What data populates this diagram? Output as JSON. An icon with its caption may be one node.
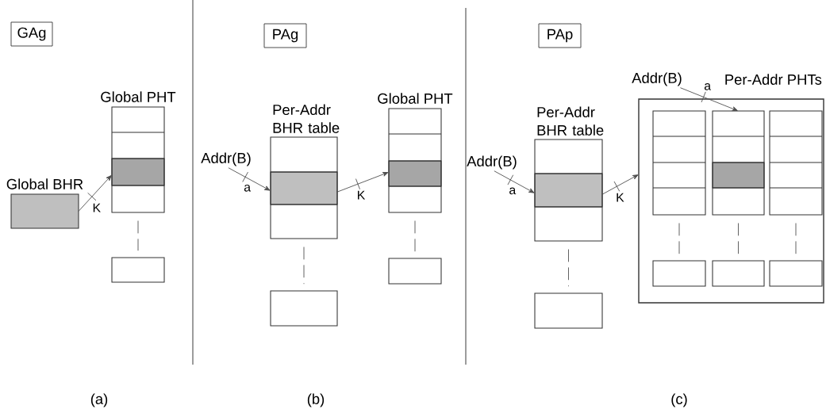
{
  "diagram": {
    "nodes": [
      {
        "text": [
          "GAg"
        ]
      },
      {
        "text": [
          "Global PHT"
        ]
      },
      {
        "text": [
          "Global BHR"
        ]
      },
      {
        "text": [],
        "shape": "box"
      },
      {
        "text": [
          "PAg"
        ]
      },
      {
        "text": [
          "Addr(B)"
        ]
      },
      {
        "text": [
          "Per-Addr BHR table"
        ]
      },
      {
        "text": [],
        "shape": "box"
      },
      {
        "text": [
          "Global PHT"
        ]
      },
      {
        "text": [],
        "shape": "box"
      },
      {
        "text": [
          "PAp"
        ]
      },
      {
        "text": [
          "Addr(B)"
        ]
      },
      {
        "text": [
          "Per-Addr BHR table"
        ]
      },
      {
        "text": [],
        "shape": "box"
      },
      {
        "text": [
          "Per-Addr PHTs"
        ]
      },
      {
        "text": [
          "Addr(B)"
        ]
      },
      {
        "text": [],
        "shape": "box",
        "in": 14
      },
      {
        "text": [],
        "shape": "box",
        "in": 14
      },
      {
        "text": [],
        "shape": "box",
        "in": 14
      },
      {
        "text": [],
        "shape": "box",
        "in": 14
      },
      {
        "text": [],
        "shape": "box",
        "in": 14
      },
      {
        "text": [],
        "shape": "box",
        "in": 14
      }
    ],
    "edges": [
      {
        "from": 2,
        "to": 1,
        "arrow": "to",
        "label": "K"
      },
      {
        "from": 1,
        "to": 3,
        "arrow": "none",
        "style": "dashed"
      },
      {
        "from": 5,
        "to": 6,
        "arrow": "to",
        "label": "a"
      },
      {
        "from": 6,
        "to": 8,
        "arrow": "to",
        "label": "K"
      },
      {
        "from": 6,
        "to": 7,
        "arrow": "none",
        "style": "dashed"
      },
      {
        "from": 8,
        "to": 9,
        "arrow": "none",
        "style": "dashed"
      },
      {
        "from": 11,
        "to": 12,
        "arrow": "to",
        "label": "a"
      },
      {
        "from": 12,
        "to": 14,
        "arrow": "to",
        "label": "K"
      },
      {
        "from": 12,
        "to": 13,
        "arrow": "none",
        "style": "dashed"
      },
      {
        "from": 15,
        "to": 17,
        "arrow": "to",
        "label": "a"
      },
      {
        "from": 16,
        "to": 19,
        "arrow": "none",
        "style": "dashed"
      },
      {
        "from": 17,
        "to": 20,
        "arrow": "none",
        "style": "dashed"
      },
      {
        "from": 18,
        "to": 21,
        "arrow": "none",
        "style": "dashed"
      }
    ],
    "labels": [
      "(a)",
      "(b)",
      "(c)"
    ]
  }
}
